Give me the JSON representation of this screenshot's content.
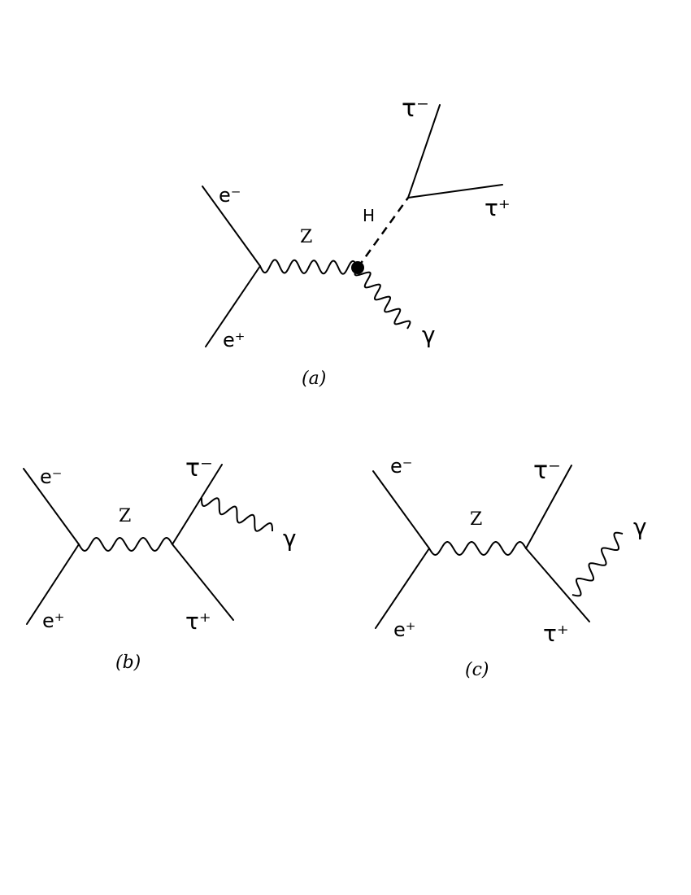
{
  "diagrams": {
    "a": {
      "caption": "(a)",
      "labels": {
        "e_minus": "e⁻",
        "e_plus": "e⁺",
        "z": "Z",
        "h": "H",
        "tau_minus": "τ⁻",
        "tau_plus": "τ⁺",
        "gamma": "γ"
      }
    },
    "b": {
      "caption": "(b)",
      "labels": {
        "e_minus": "e⁻",
        "e_plus": "e⁺",
        "z": "Z",
        "tau_minus": "τ⁻",
        "tau_plus": "τ⁺",
        "gamma": "γ"
      }
    },
    "c": {
      "caption": "(c)",
      "labels": {
        "e_minus": "e⁻",
        "e_plus": "e⁺",
        "z": "Z",
        "tau_minus": "τ⁻",
        "tau_plus": "τ⁺",
        "gamma": "γ"
      }
    }
  }
}
